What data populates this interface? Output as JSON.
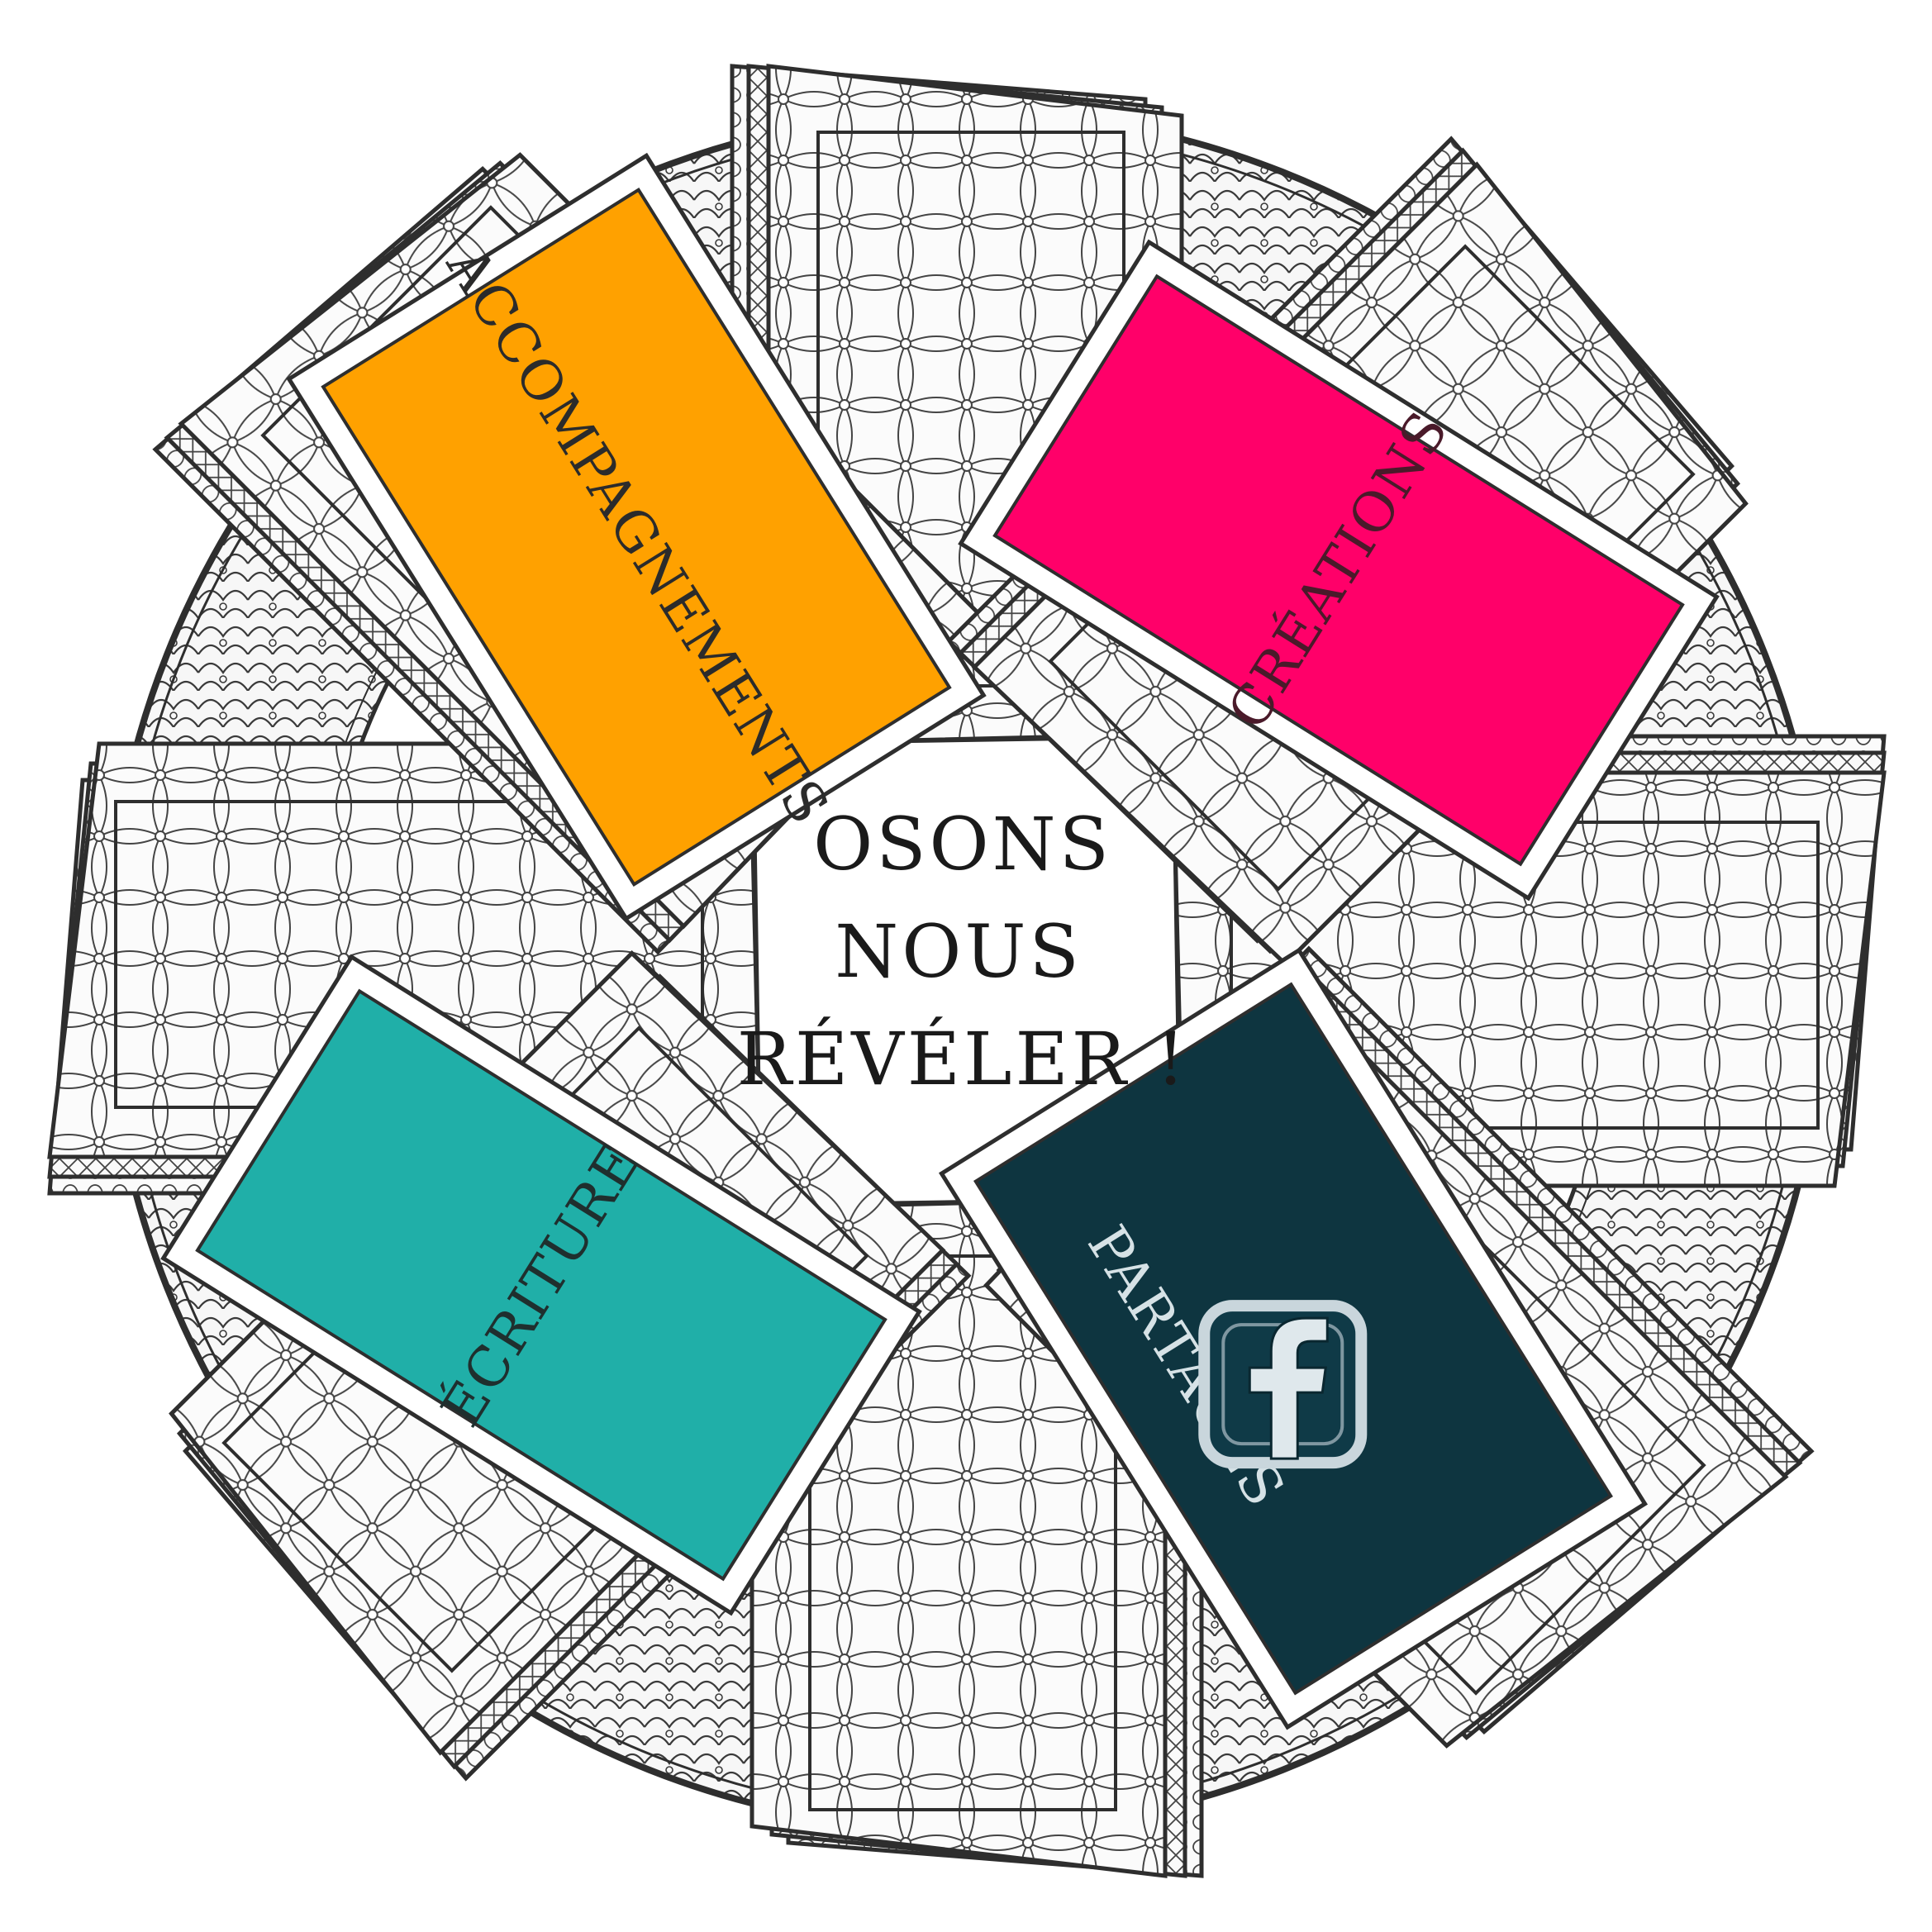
{
  "center": {
    "line1": "OSONS",
    "line2": "NOUS",
    "line3": "RÉVÉLER !"
  },
  "cards": {
    "accompagnements": {
      "label": "ACCOMPAGNEMENTS",
      "color": "#FFA100",
      "text_color": "#2b2b2b"
    },
    "creations": {
      "label": "CRÉATIONS",
      "color": "#FF0069",
      "text_color": "#4a1a2a"
    },
    "ecriture": {
      "label": "ÉCRITURE",
      "color": "#20AFA8",
      "text_color": "#1f2f2e"
    },
    "partages": {
      "label": "PARTAGES",
      "color": "#0E3540",
      "text_color": "#d6e2e6",
      "icon": "facebook-icon"
    }
  },
  "colors": {
    "line": "#2e2e2e",
    "ring_fill": "#f4f4f4",
    "background": "#ffffff"
  }
}
